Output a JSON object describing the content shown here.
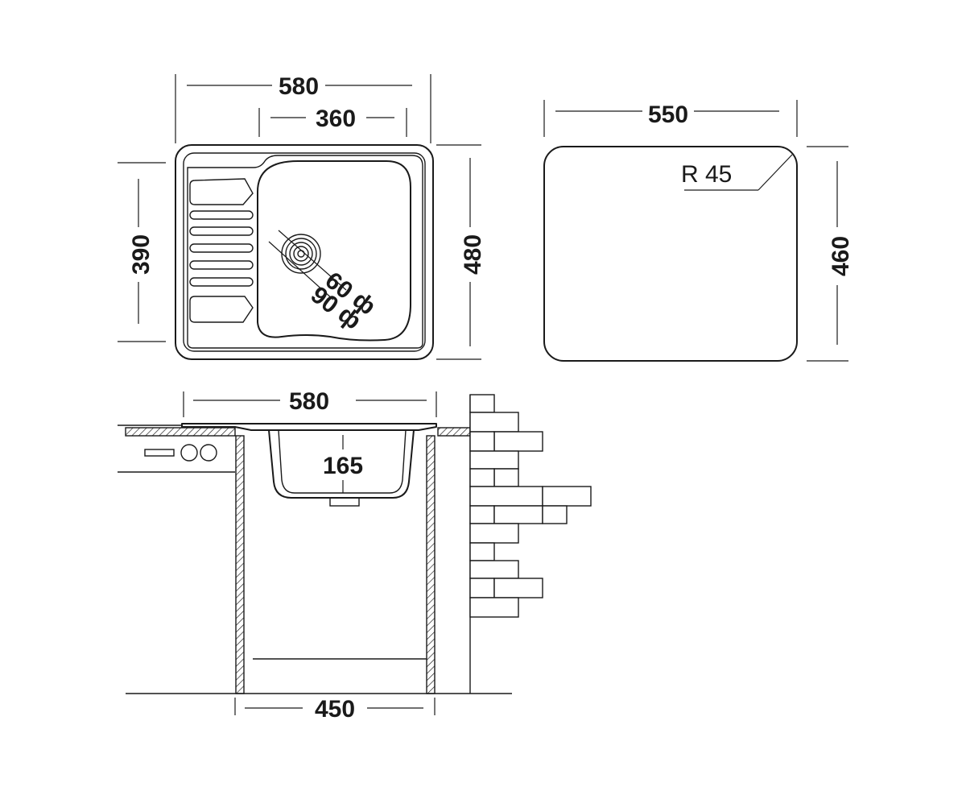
{
  "top_view": {
    "width_overall": "580",
    "width_bowl": "360",
    "depth_left": "390",
    "depth_overall": "480",
    "drain_outer": "90",
    "drain_inner": "60",
    "diameter_symbol": "ф"
  },
  "cutout_view": {
    "width": "550",
    "height": "460",
    "radius": "R 45"
  },
  "section_view": {
    "width_overall": "580",
    "bowl_depth": "165",
    "cabinet_width": "450"
  }
}
